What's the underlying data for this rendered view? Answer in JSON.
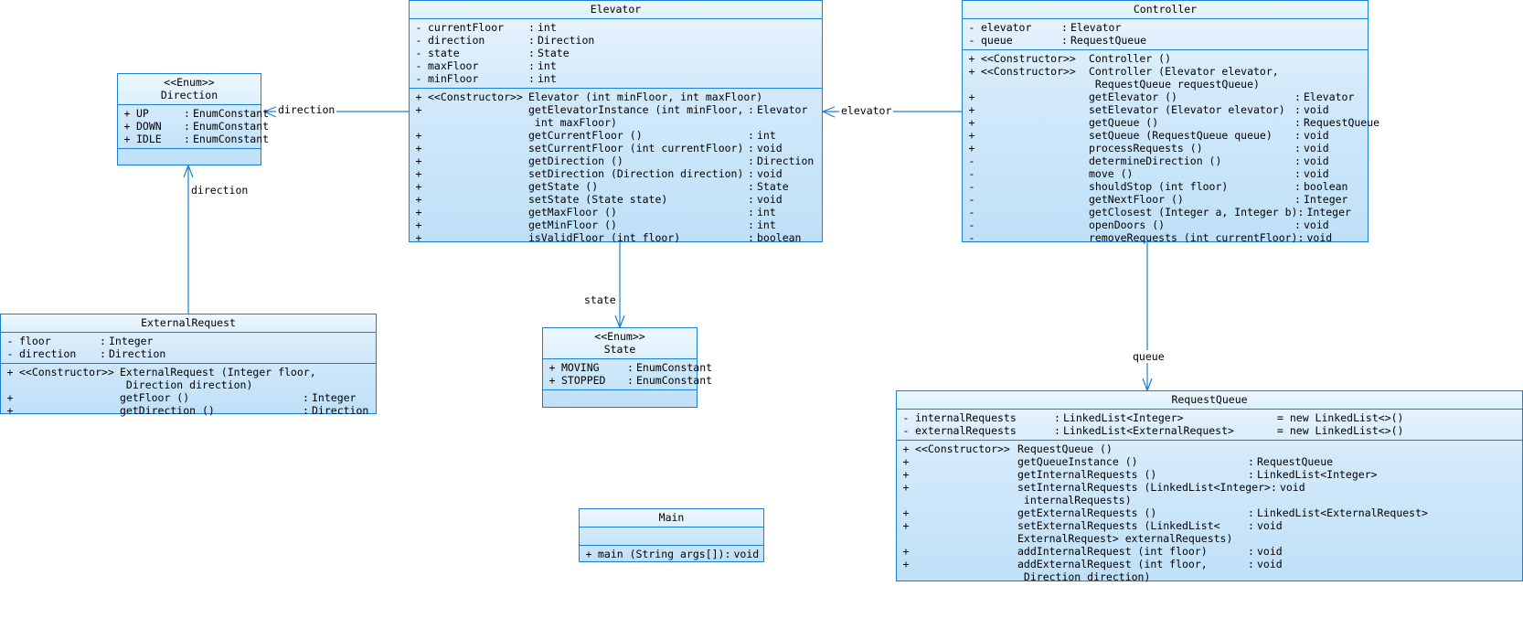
{
  "diagram": {
    "type": "uml-class-diagram",
    "accent_border": "#1a7fd4",
    "fill_top": "#eaf5fd",
    "fill_bottom": "#bfe0f8"
  },
  "classes": {
    "elevator": {
      "title": "Elevator",
      "attributes": [
        {
          "vis": "-",
          "name": "currentFloor",
          "colon": ":",
          "type": "int"
        },
        {
          "vis": "-",
          "name": "direction",
          "colon": ":",
          "type": "Direction"
        },
        {
          "vis": "-",
          "name": "state",
          "colon": ":",
          "type": "State"
        },
        {
          "vis": "-",
          "name": "maxFloor",
          "colon": ":",
          "type": "int"
        },
        {
          "vis": "-",
          "name": "minFloor",
          "colon": ":",
          "type": "int"
        }
      ],
      "operations": [
        {
          "vis": "+",
          "stereotype": "<<Constructor>>",
          "name": "Elevator (int minFloor, int maxFloor)",
          "colon": "",
          "type": ""
        },
        {
          "vis": "+",
          "stereotype": "",
          "name": "getElevatorInstance (int minFloor,\n int maxFloor)",
          "colon": ":",
          "type": "Elevator"
        },
        {
          "vis": "+",
          "stereotype": "",
          "name": "getCurrentFloor ()",
          "colon": ":",
          "type": "int"
        },
        {
          "vis": "+",
          "stereotype": "",
          "name": "setCurrentFloor (int currentFloor)",
          "colon": ":",
          "type": "void"
        },
        {
          "vis": "+",
          "stereotype": "",
          "name": "getDirection ()",
          "colon": ":",
          "type": "Direction"
        },
        {
          "vis": "+",
          "stereotype": "",
          "name": "setDirection (Direction direction)",
          "colon": ":",
          "type": "void"
        },
        {
          "vis": "+",
          "stereotype": "",
          "name": "getState ()",
          "colon": ":",
          "type": "State"
        },
        {
          "vis": "+",
          "stereotype": "",
          "name": "setState (State state)",
          "colon": ":",
          "type": "void"
        },
        {
          "vis": "+",
          "stereotype": "",
          "name": "getMaxFloor ()",
          "colon": ":",
          "type": "int"
        },
        {
          "vis": "+",
          "stereotype": "",
          "name": "getMinFloor ()",
          "colon": ":",
          "type": "int"
        },
        {
          "vis": "+",
          "stereotype": "",
          "name": "isValidFloor (int floor)",
          "colon": ":",
          "type": "boolean"
        }
      ]
    },
    "controller": {
      "title": "Controller",
      "attributes": [
        {
          "vis": "-",
          "name": "elevator",
          "colon": ":",
          "type": "Elevator"
        },
        {
          "vis": "-",
          "name": "queue",
          "colon": ":",
          "type": "RequestQueue"
        }
      ],
      "operations": [
        {
          "vis": "+",
          "stereotype": "<<Constructor>>",
          "name": "Controller ()",
          "colon": "",
          "type": ""
        },
        {
          "vis": "+",
          "stereotype": "<<Constructor>>",
          "name": "Controller (Elevator elevator,\n RequestQueue requestQueue)",
          "colon": "",
          "type": ""
        },
        {
          "vis": "+",
          "stereotype": "",
          "name": "getElevator ()",
          "colon": ":",
          "type": "Elevator"
        },
        {
          "vis": "+",
          "stereotype": "",
          "name": "setElevator (Elevator elevator)",
          "colon": ":",
          "type": "void"
        },
        {
          "vis": "+",
          "stereotype": "",
          "name": "getQueue ()",
          "colon": ":",
          "type": "RequestQueue"
        },
        {
          "vis": "+",
          "stereotype": "",
          "name": "setQueue (RequestQueue queue)",
          "colon": ":",
          "type": "void"
        },
        {
          "vis": "+",
          "stereotype": "",
          "name": "processRequests ()",
          "colon": ":",
          "type": "void"
        },
        {
          "vis": "-",
          "stereotype": "",
          "name": "determineDirection ()",
          "colon": ":",
          "type": "void"
        },
        {
          "vis": "-",
          "stereotype": "",
          "name": "move ()",
          "colon": ":",
          "type": "void"
        },
        {
          "vis": "-",
          "stereotype": "",
          "name": "shouldStop (int floor)",
          "colon": ":",
          "type": "boolean"
        },
        {
          "vis": "-",
          "stereotype": "",
          "name": "getNextFloor ()",
          "colon": ":",
          "type": "Integer"
        },
        {
          "vis": "-",
          "stereotype": "",
          "name": "getClosest (Integer a, Integer b)",
          "colon": ":",
          "type": "Integer"
        },
        {
          "vis": "-",
          "stereotype": "",
          "name": "openDoors ()",
          "colon": ":",
          "type": "void"
        },
        {
          "vis": "-",
          "stereotype": "",
          "name": "removeRequests (int currentFloor)",
          "colon": ":",
          "type": "void"
        }
      ]
    },
    "direction": {
      "stereotype": "<<Enum>>",
      "title": "Direction",
      "attributes": [
        {
          "vis": "+",
          "name": "UP",
          "colon": ":",
          "type": "EnumConstant"
        },
        {
          "vis": "+",
          "name": "DOWN",
          "colon": ":",
          "type": "EnumConstant"
        },
        {
          "vis": "+",
          "name": "IDLE",
          "colon": ":",
          "type": "EnumConstant"
        }
      ],
      "operations": []
    },
    "state": {
      "stereotype": "<<Enum>>",
      "title": "State",
      "attributes": [
        {
          "vis": "+",
          "name": "MOVING",
          "colon": ":",
          "type": "EnumConstant"
        },
        {
          "vis": "+",
          "name": "STOPPED",
          "colon": ":",
          "type": "EnumConstant"
        }
      ],
      "operations": []
    },
    "external_request": {
      "title": "ExternalRequest",
      "attributes": [
        {
          "vis": "-",
          "name": "floor",
          "colon": ":",
          "type": "Integer"
        },
        {
          "vis": "-",
          "name": "direction",
          "colon": ":",
          "type": "Direction"
        }
      ],
      "operations": [
        {
          "vis": "+",
          "stereotype": "<<Constructor>>",
          "name": "ExternalRequest (Integer floor,\n Direction direction)",
          "colon": "",
          "type": ""
        },
        {
          "vis": "+",
          "stereotype": "",
          "name": "getFloor ()",
          "colon": ":",
          "type": "Integer"
        },
        {
          "vis": "+",
          "stereotype": "",
          "name": "getDirection ()",
          "colon": ":",
          "type": "Direction"
        }
      ]
    },
    "request_queue": {
      "title": "RequestQueue",
      "attributes": [
        {
          "vis": "-",
          "name": "internalRequests",
          "colon": ":",
          "type": "LinkedList<Integer>",
          "init": "= new LinkedList<>()"
        },
        {
          "vis": "-",
          "name": "externalRequests",
          "colon": ":",
          "type": "LinkedList<ExternalRequest>",
          "init": "= new LinkedList<>()"
        }
      ],
      "operations": [
        {
          "vis": "+",
          "stereotype": "<<Constructor>>",
          "name": "RequestQueue ()",
          "colon": "",
          "type": ""
        },
        {
          "vis": "+",
          "stereotype": "",
          "name": "getQueueInstance ()",
          "colon": ":",
          "type": "RequestQueue"
        },
        {
          "vis": "+",
          "stereotype": "",
          "name": "getInternalRequests ()",
          "colon": ":",
          "type": "LinkedList<Integer>"
        },
        {
          "vis": "+",
          "stereotype": "",
          "name": "setInternalRequests (LinkedList<Integer>\n internalRequests)",
          "colon": ":",
          "type": "void"
        },
        {
          "vis": "+",
          "stereotype": "",
          "name": "getExternalRequests ()",
          "colon": ":",
          "type": "LinkedList<ExternalRequest>"
        },
        {
          "vis": "+",
          "stereotype": "",
          "name": "setExternalRequests (LinkedList<\nExternalRequest> externalRequests)",
          "colon": ":",
          "type": "void"
        },
        {
          "vis": "+",
          "stereotype": "",
          "name": "addInternalRequest (int floor)",
          "colon": ":",
          "type": "void"
        },
        {
          "vis": "+",
          "stereotype": "",
          "name": "addExternalRequest (int floor,\n Direction direction)",
          "colon": ":",
          "type": "void"
        }
      ]
    },
    "main": {
      "title": "Main",
      "attributes": [],
      "operations": [
        {
          "vis": "+",
          "stereotype": "",
          "name": "main (String args[])",
          "colon": ":",
          "type": "void"
        }
      ]
    }
  },
  "edges": [
    {
      "label": "direction",
      "from": "elevator",
      "to": "direction"
    },
    {
      "label": "direction",
      "from": "external-request",
      "to": "direction"
    },
    {
      "label": "elevator",
      "from": "controller",
      "to": "elevator"
    },
    {
      "label": "state",
      "from": "elevator",
      "to": "state"
    },
    {
      "label": "queue",
      "from": "controller",
      "to": "request-queue"
    }
  ]
}
